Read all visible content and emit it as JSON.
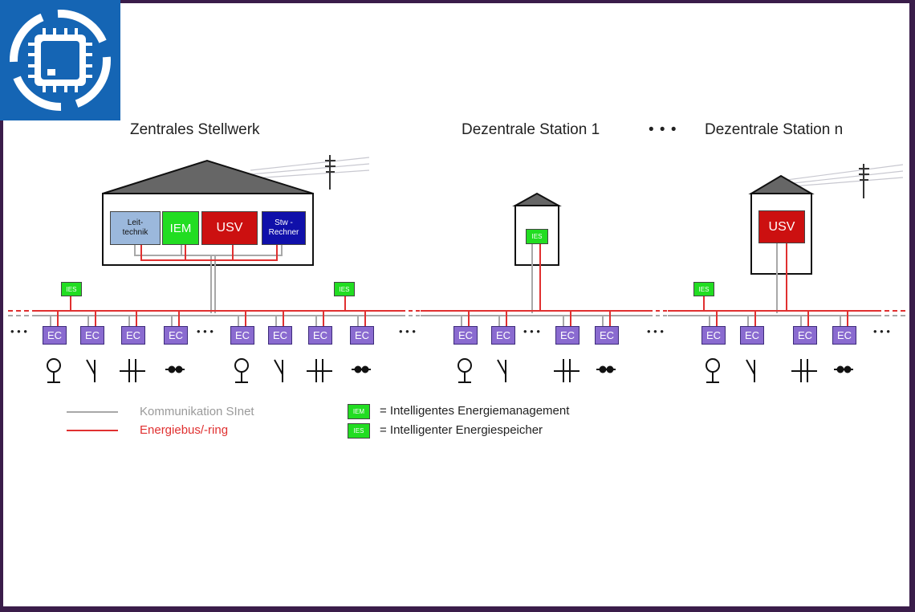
{
  "brand": {
    "logo": "chip-logo-icon"
  },
  "sections": {
    "zentral": "Zentrales Stellwerk",
    "station1": "Dezentrale Station 1",
    "dots": "• • •",
    "station_n": "Dezentrale Station n"
  },
  "units": {
    "leittechnik": "Leit-\ntechnik",
    "iem": "IEM",
    "usv": "USV",
    "stw": "Stw -\nRechner",
    "ies": "IES",
    "ec": "EC"
  },
  "legend": {
    "kommunikation": "Kommunikation SInet",
    "energiebus": "Energiebus/-ring",
    "iem_abbr": "IEM",
    "iem_text": "= Intelligentes Energiemanagement",
    "ies_abbr": "IES",
    "ies_text": "= Intelligenter Energiespeicher"
  },
  "colors": {
    "frame": "#3a1d4a",
    "logo_bg": "#1565b4",
    "energy": "#e03030",
    "comm": "#a8a8a8",
    "ec_fill": "#8a6bd0",
    "ec_border": "#3d2b7a",
    "leittechnik": "#9bb8dc",
    "iem": "#22dd22",
    "usv": "#cc1010",
    "stw": "#1010aa",
    "roof": "#666666"
  }
}
